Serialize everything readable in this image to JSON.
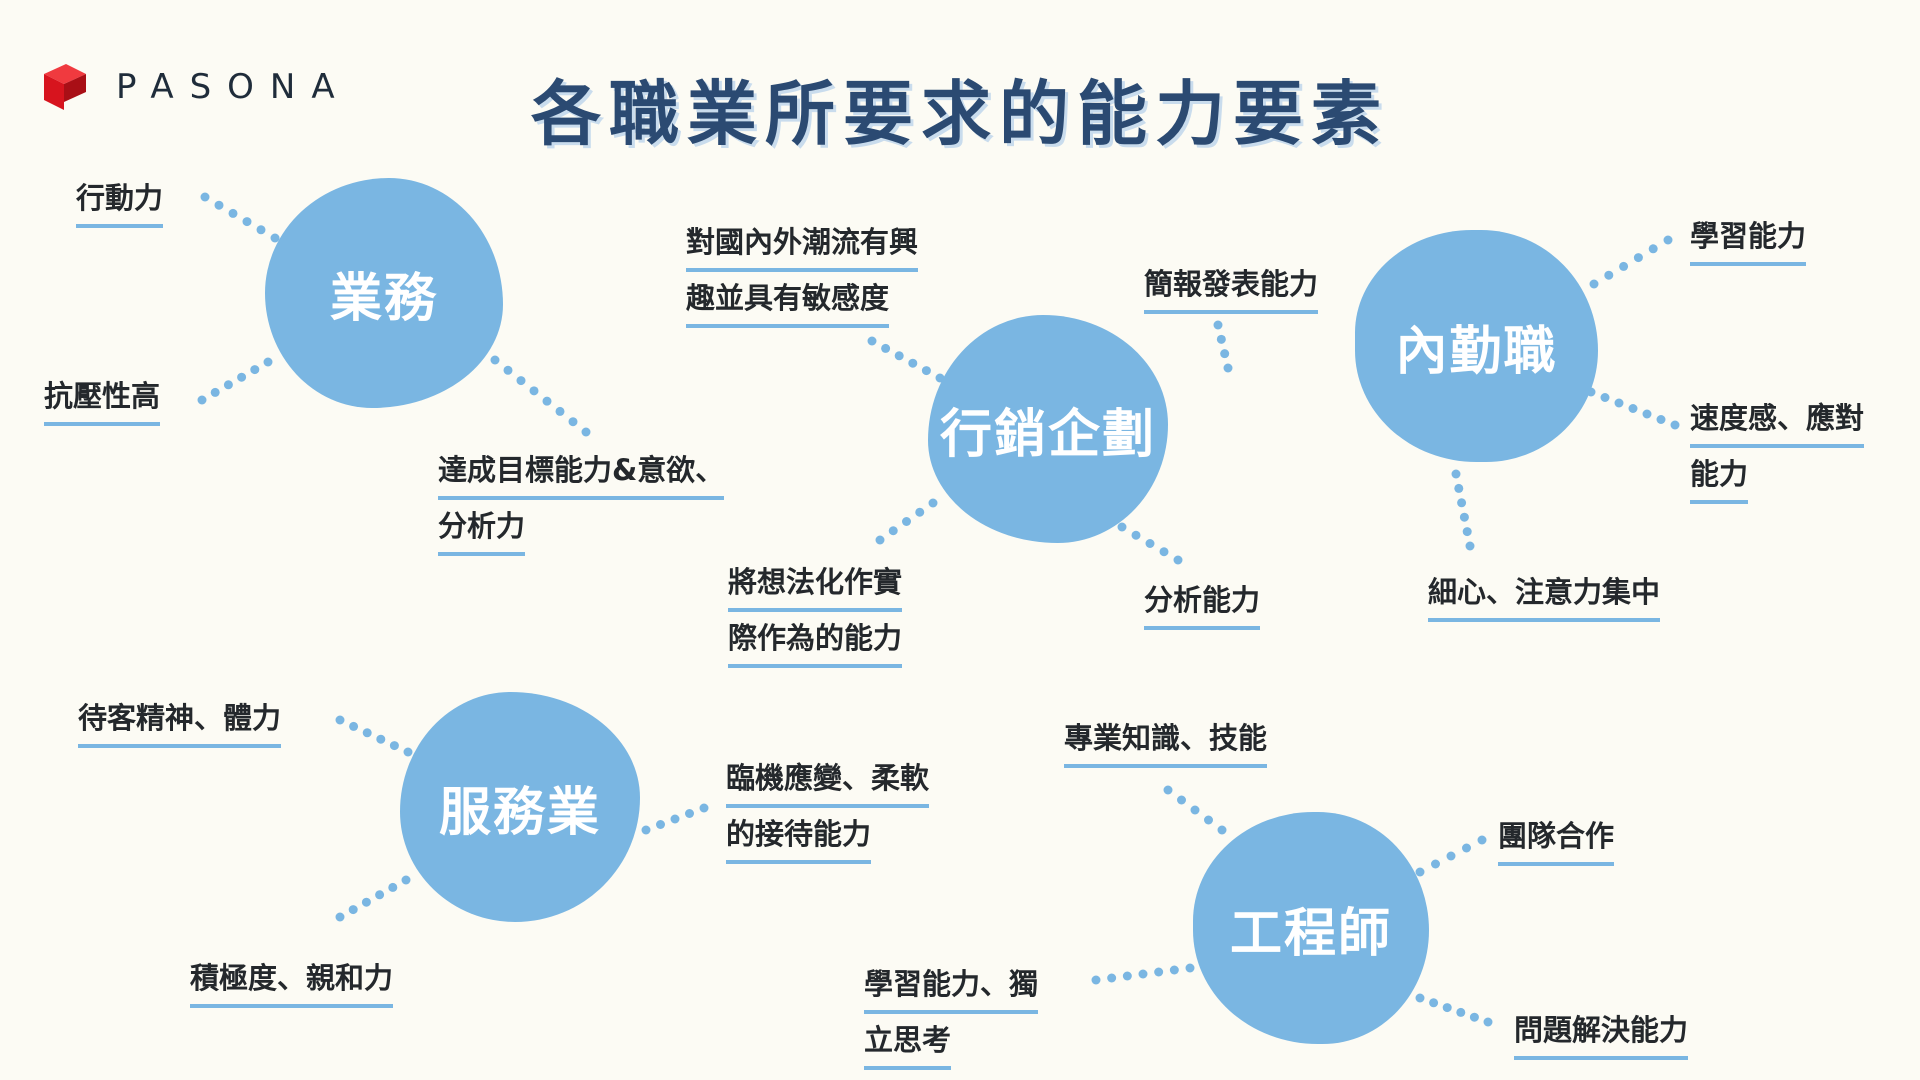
{
  "brand": {
    "name": "PASONA",
    "logo_color": "#d7141e"
  },
  "title": "各職業所要求的能力要素",
  "colors": {
    "accent": "#7ab6e2",
    "title": "#2b4a72",
    "text": "#24282c",
    "background": "#fcfbf4"
  },
  "nodes": [
    {
      "name": "業務",
      "labels": [
        {
          "lines": [
            "行動力"
          ]
        },
        {
          "lines": [
            "抗壓性高"
          ]
        },
        {
          "lines": [
            "達成目標能力&意欲、",
            "分析力"
          ]
        }
      ]
    },
    {
      "name": "行銷企劃",
      "labels": [
        {
          "lines": [
            "對國內外潮流有興",
            "趣並具有敏感度"
          ]
        },
        {
          "lines": [
            "簡報發表能力"
          ]
        },
        {
          "lines": [
            "將想法化作實",
            "際作為的能力"
          ]
        },
        {
          "lines": [
            "分析能力"
          ]
        }
      ]
    },
    {
      "name": "內勤職",
      "labels": [
        {
          "lines": [
            "學習能力"
          ]
        },
        {
          "lines": [
            "速度感、應對",
            "能力"
          ]
        },
        {
          "lines": [
            "細心、注意力集中"
          ]
        }
      ]
    },
    {
      "name": "服務業",
      "labels": [
        {
          "lines": [
            "待客精神、體力"
          ]
        },
        {
          "lines": [
            "臨機應變、柔軟",
            "的接待能力"
          ]
        },
        {
          "lines": [
            "積極度、親和力"
          ]
        }
      ]
    },
    {
      "name": "工程師",
      "labels": [
        {
          "lines": [
            "專業知識、技能"
          ]
        },
        {
          "lines": [
            "團隊合作"
          ]
        },
        {
          "lines": [
            "學習能力、獨",
            "立思考"
          ]
        },
        {
          "lines": [
            "問題解決能力"
          ]
        }
      ]
    }
  ]
}
